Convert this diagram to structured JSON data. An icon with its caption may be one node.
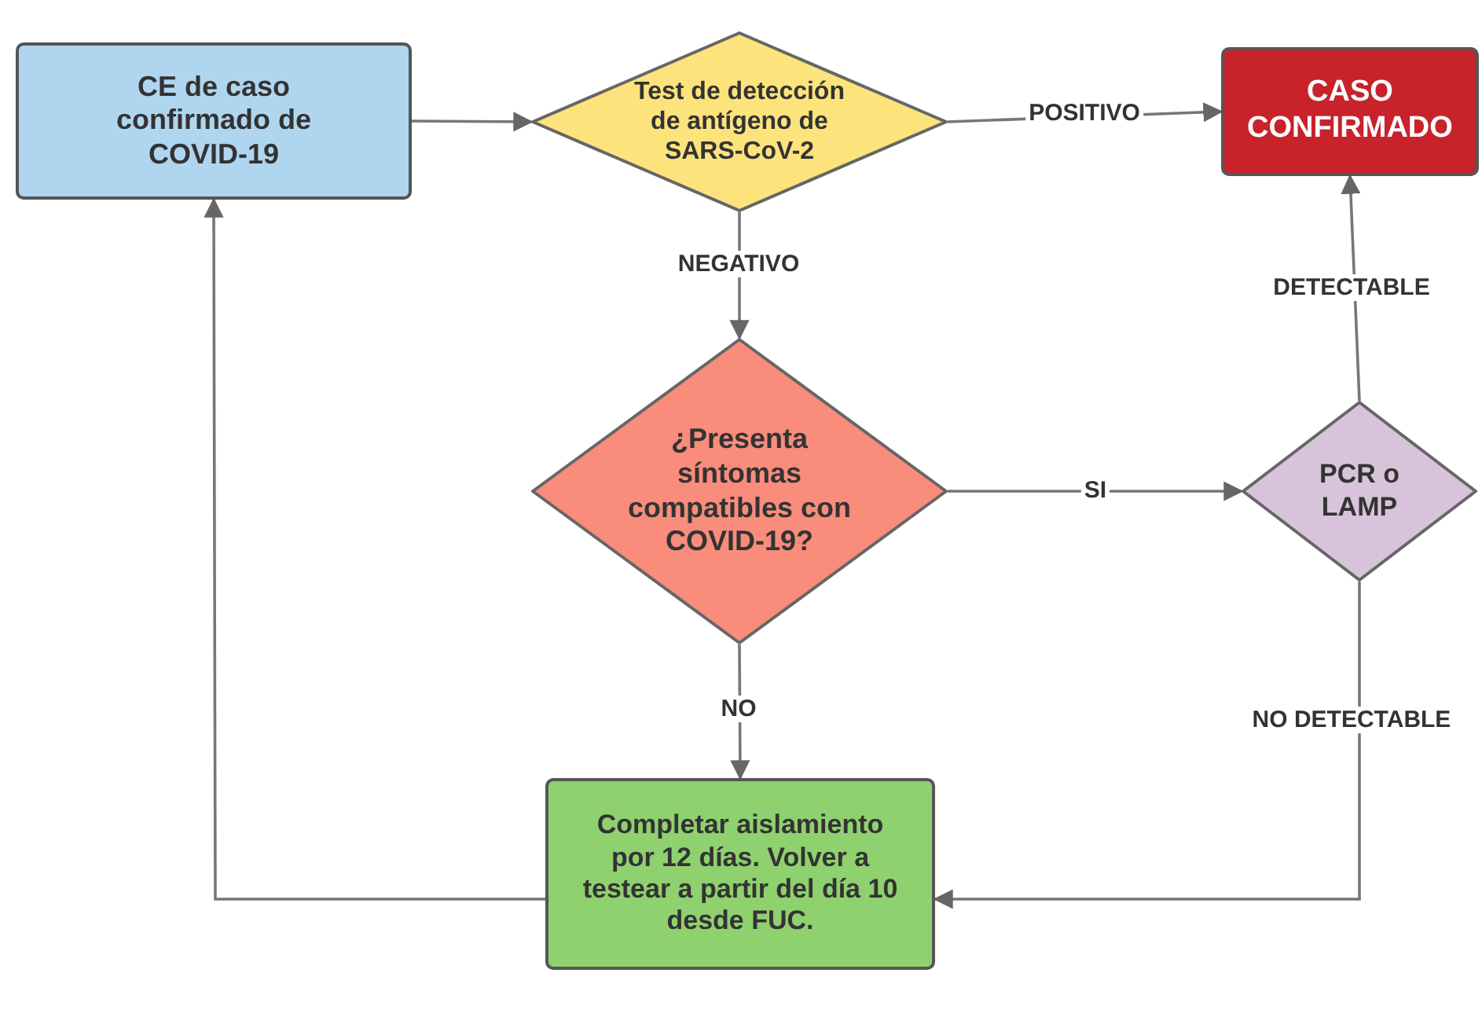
{
  "diagram": {
    "nodes": [
      {
        "text": [
          "CE de caso confirmado de COVID-19"
        ]
      },
      {
        "text": [
          "Test de detección de antígeno de SARS-CoV-2"
        ]
      },
      {
        "text": [
          "CASO CONFIRMADO"
        ]
      },
      {
        "text": [
          "¿Presenta síntomas compatibles con COVID-19?"
        ]
      },
      {
        "text": [
          "PCR o LAMP"
        ]
      },
      {
        "text": [
          "Completar aislamiento por 12 días. Volver a testear a partir del día 10 desde FUC."
        ]
      }
    ],
    "edges": [
      {
        "from": 0,
        "to": 1,
        "arrow": "to"
      },
      {
        "from": 1,
        "to": 2,
        "arrow": "to",
        "label": "POSITIVO"
      },
      {
        "from": 1,
        "to": 3,
        "arrow": "to",
        "label": "NEGATIVO"
      },
      {
        "from": 3,
        "to": 4,
        "arrow": "to",
        "label": "SI"
      },
      {
        "from": 4,
        "to": 2,
        "arrow": "to",
        "label": "DETECTABLE"
      },
      {
        "from": 3,
        "to": 5,
        "arrow": "to",
        "label": "NO"
      },
      {
        "from": 4,
        "to": 5,
        "arrow": "to",
        "label": "NO DETECTABLE"
      },
      {
        "from": 5,
        "to": 0,
        "arrow": "to"
      }
    ]
  }
}
